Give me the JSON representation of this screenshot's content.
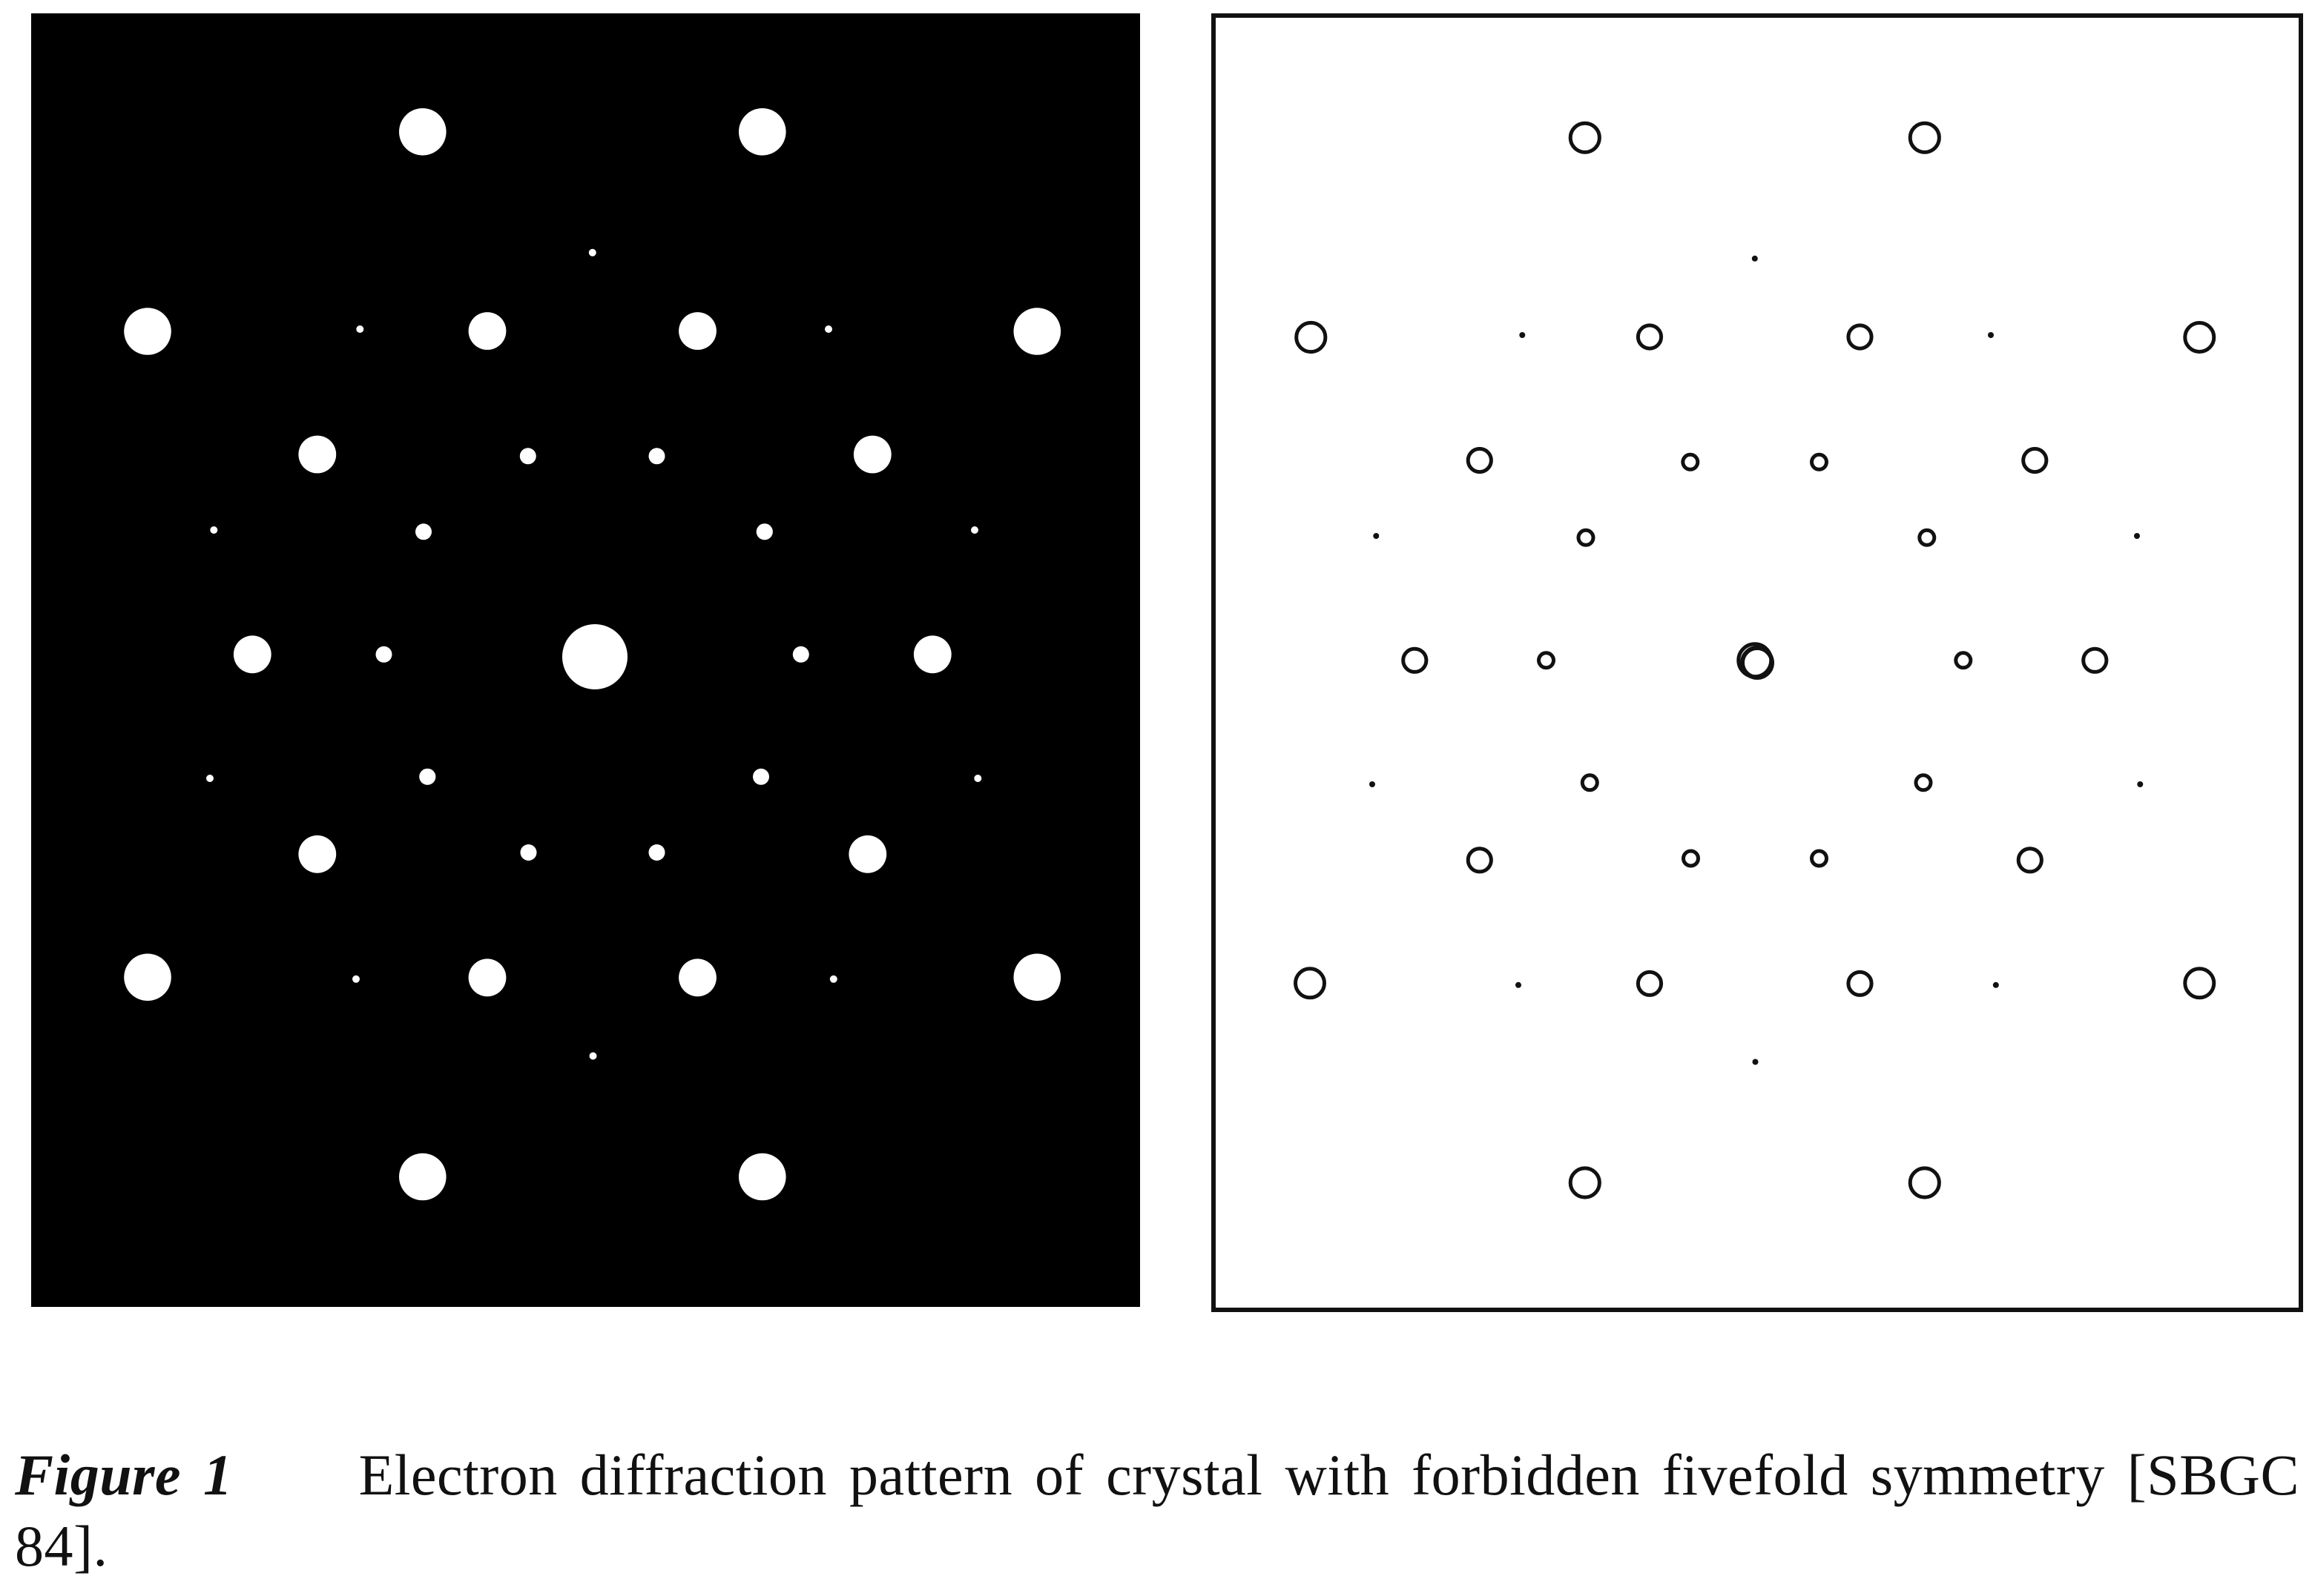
{
  "figure": {
    "label": "Figure 1",
    "caption": "Electron diffraction pattern of crystal with forbidden fivefold symmetry [SBGC 84].",
    "colors": {
      "photo_background": "#000000",
      "photo_spots": "#ffffff",
      "schematic_background": "#ffffff",
      "schematic_ink": "#111111"
    },
    "left_panel": {
      "description_type": "photograph",
      "pattern": "tenfold-diffraction-spots"
    },
    "right_panel": {
      "description_type": "schematic",
      "pattern": "tenfold-diffraction-spots",
      "markers": [
        "open-circle",
        "filled-dot",
        "small-dot"
      ]
    }
  }
}
